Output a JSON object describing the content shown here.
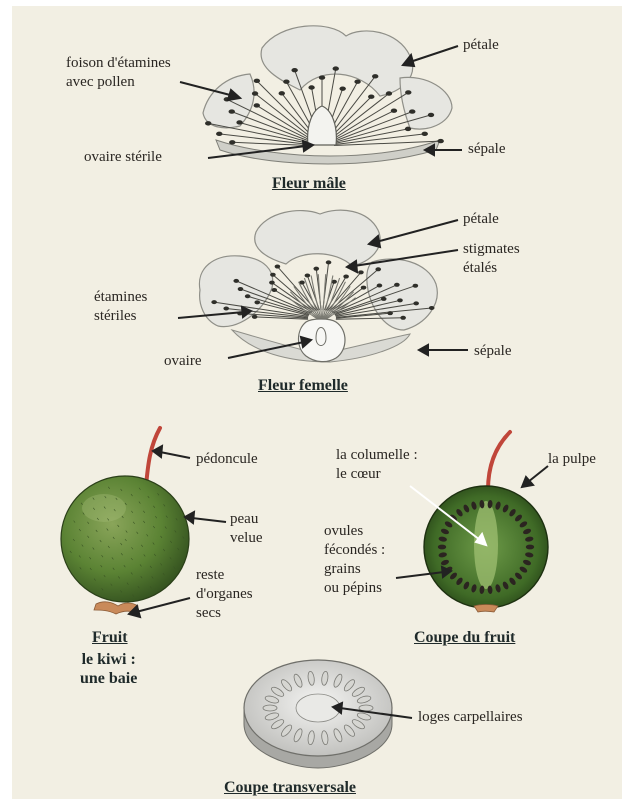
{
  "male_flower": {
    "label_stamens": "foison d'étamines\navec pollen",
    "label_petal": "pétale",
    "label_ovary": "ovaire stérile",
    "label_sepal": "sépale",
    "caption": "Fleur mâle"
  },
  "female_flower": {
    "label_petal": "pétale",
    "label_stigmas": "stigmates\nétalés",
    "label_stamens": "étamines\nstériles",
    "label_ovary": "ovaire",
    "label_sepal": "sépale",
    "caption": "Fleur femelle"
  },
  "fruit": {
    "label_peduncle": "pédoncule",
    "label_skin": "peau\nvelue",
    "label_remains": "reste\nd'organes\nsecs",
    "caption": "Fruit",
    "subcaption": "le kiwi :\nune baie"
  },
  "fruit_section": {
    "label_columella": "la columelle :\nle cœur",
    "label_pulp": "la pulpe",
    "label_ovules": "ovules\nfécondés :\ngrains\nou pépins",
    "caption": "Coupe du fruit"
  },
  "cross_section": {
    "label_loculi": "loges carpellaires",
    "caption": "Coupe transversale"
  },
  "colors": {
    "paper": "#f2efe3",
    "petal": "#e4e4df",
    "stamen": "#3a3a36",
    "fruit_green": "#4f7a2f",
    "fruit_dark": "#2d4a1e",
    "peduncle": "#c0463a",
    "caption": "#1f2a2a"
  }
}
